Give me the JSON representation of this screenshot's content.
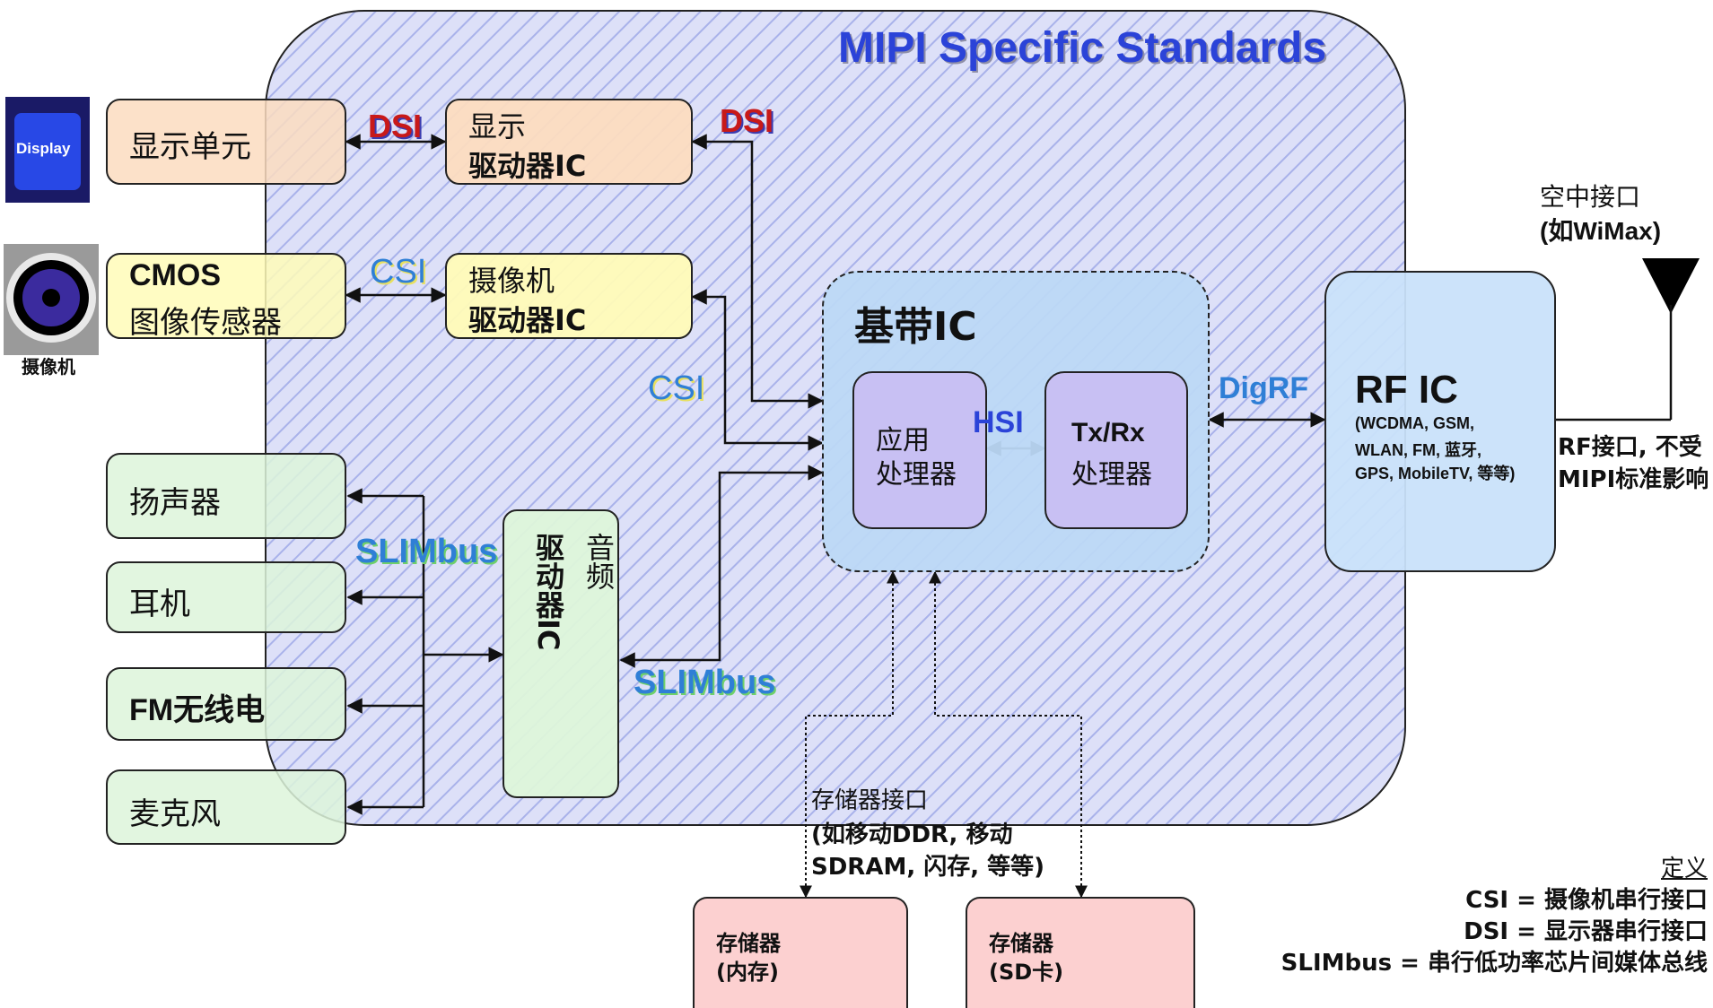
{
  "title": "MIPI Specific Standards",
  "left_devices": {
    "display_icon_label": "Display",
    "camera_icon_label": "摄像机"
  },
  "blocks": {
    "display_unit": "显示单元",
    "display_driver_l1": "显示",
    "display_driver_l2": "驱动器IC",
    "cmos_l1": "CMOS",
    "cmos_l2": "图像传感器",
    "camera_driver_l1": "摄像机",
    "camera_driver_l2": "驱动器IC",
    "speaker": "扬声器",
    "earphone": "耳机",
    "fm_radio": "FM无线电",
    "microphone": "麦克风",
    "audio_driver_l1": "音频",
    "audio_driver_l2": "驱动器IC",
    "baseband": "基带IC",
    "app_proc_l1": "应用",
    "app_proc_l2": "处理器",
    "txrx_l1": "Tx/Rx",
    "txrx_l2": "处理器",
    "rf_ic": "RF IC",
    "rf_ic_detail_l1": "(WCDMA, GSM,",
    "rf_ic_detail_l2": "WLAN, FM, 蓝牙,",
    "rf_ic_detail_l3": "GPS, MobileTV, 等等)",
    "memory1_l1": "存储器",
    "memory1_l2": "(内存)",
    "memory2_l1": "存储器",
    "memory2_l2": "(SD卡)"
  },
  "interfaces": {
    "dsi_1": "DSI",
    "dsi_2": "DSI",
    "csi_1": "CSI",
    "csi_2": "CSI",
    "slimbus_1": "SLIMbus",
    "slimbus_2": "SLIMbus",
    "hsi": "HSI",
    "digrf": "DigRF"
  },
  "annotations": {
    "air_if_l1": "空中接口",
    "air_if_l2": "(如WiMax)",
    "rf_note_l1": "RF接口, 不受",
    "rf_note_l2": "MIPI标准影响",
    "mem_if_l1": "存储器接口",
    "mem_if_l2": "(如移动DDR, 移动",
    "mem_if_l3": "SDRAM, 闪存, 等等)"
  },
  "legend": {
    "heading": "定义",
    "line1": "CSI = 摄像机串行接口",
    "line2": "DSI = 显示器串行接口",
    "line3": "SLIMbus = 串行低功率芯片间媒体总线"
  },
  "colors": {
    "hatch_bg": "#dde0f8",
    "hatch_line": "#aab3ea",
    "orange": "#fcdcc0",
    "yellow": "#fffbb8",
    "green": "#ddf5da",
    "baseband": "#bcd8f6",
    "processor": "#c8c0f3",
    "rf": "#c9e1fa",
    "memory": "#fcd0d0",
    "title_blue": "#2b43d8",
    "csi_blue": "#2f7fd6",
    "slim_blue": "#2f7fd6",
    "dsi_red": "#c81919"
  }
}
